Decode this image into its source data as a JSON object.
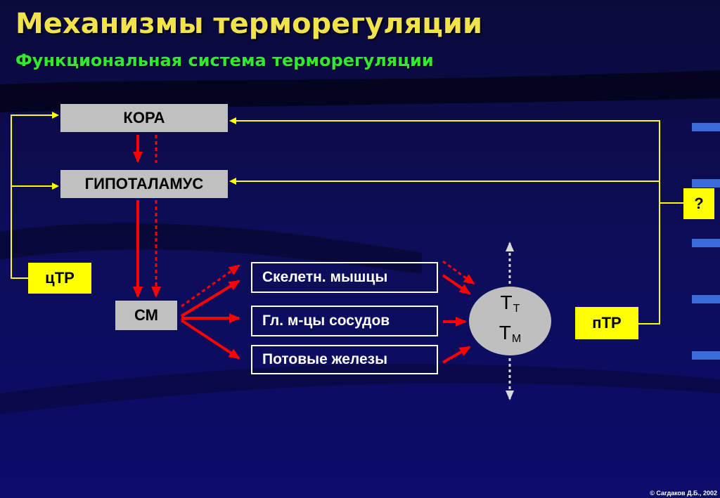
{
  "header": {
    "title": "Механизмы терморегуляции",
    "subtitle": "Функциональная система терморегуляции"
  },
  "diagram": {
    "nodes": {
      "kora": "КОРА",
      "hypothalamus": "ГИПОТАЛАМУС",
      "cm": "СМ",
      "ctr": "цТР",
      "ptr": "пТР",
      "question": "?",
      "skeletal_muscles": "Скелетн. мышцы",
      "vessel_muscles": "Гл. м-цы сосудов",
      "sweat_glands": "Потовые железы"
    },
    "temperature": {
      "t1_main": "Т",
      "t1_sub": "Т",
      "t2_main": "Т",
      "t2_sub": "М"
    }
  },
  "footer": {
    "copyright": "© Сагдаков Д.Б., 2002"
  },
  "colors": {
    "background": "#0b0b4a",
    "title": "#f2e34a",
    "subtitle": "#33e833",
    "feedback_line": "#ffff00",
    "effector_arrow": "#ff0000",
    "box_fill": "#c0c0c0",
    "receptor_fill": "#ffff00"
  }
}
